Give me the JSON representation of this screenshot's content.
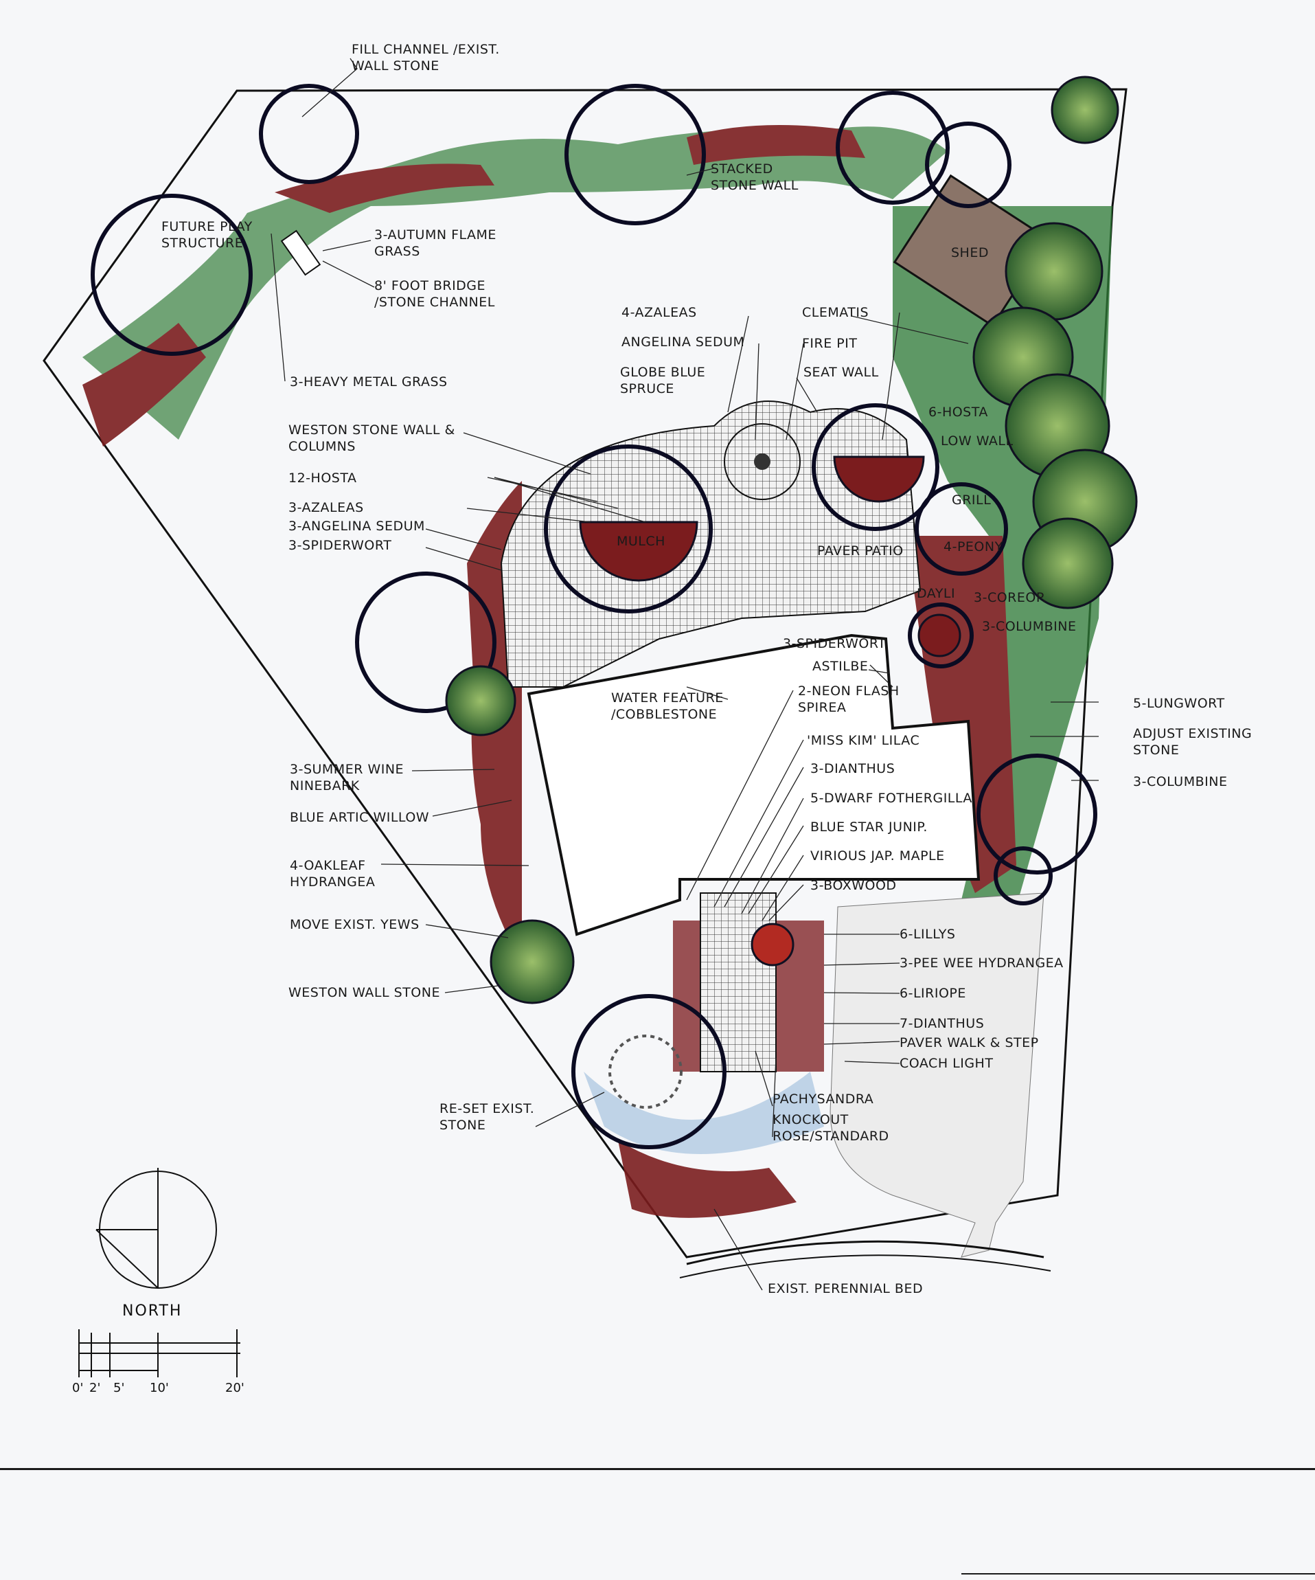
{
  "labels": {
    "fill_channel": "FILL CHANNEL /EXIST. WALL STONE",
    "future_play": "FUTURE PLAY STRUCTURE",
    "autumn_flame": "3-AUTUMN FLAME GRASS",
    "foot_bridge": "8' FOOT BRIDGE /STONE CHANNEL",
    "stacked_wall": "STACKED STONE WALL",
    "shed": "SHED",
    "azaleas_4": "4-AZALEAS",
    "angelina_sedum": "ANGELINA SEDUM",
    "globe_spruce": "GLOBE BLUE SPRUCE",
    "clematis": "CLEMATIS",
    "fire_pit": "FIRE PIT",
    "seat_wall": "SEAT WALL",
    "heavy_metal": "3-HEAVY METAL GRASS",
    "weston_wall": "WESTON STONE WALL & COLUMNS",
    "hosta_12": "12-HOSTA",
    "hosta_6": "6-HOSTA",
    "low_wall": "LOW WALL",
    "azaleas_3": "3-AZALEAS",
    "angelina_3": "3-ANGELINA SEDUM",
    "spiderwort_3": "3-SPIDERWORT",
    "grill": "GRILL",
    "paver_patio": "PAVER PATIO",
    "peony_4": "4-PEONY",
    "daylily": "DAYLI",
    "coreopsis_3": "3-COREOP.",
    "columbine_top": "3-COLUMBINE",
    "spiderwort_r": "3-SPIDERWORT",
    "astilbe": "ASTILBE",
    "water_feature": "WATER FEATURE /COBBLESTONE",
    "neon_flash": "2-NEON FLASH SPIREA",
    "lungwort": "5-LUNGWORT",
    "adjust_stone": "ADJUST EXISTING STONE",
    "miss_kim": "'MISS KIM' LILAC",
    "columbine_3": "3-COLUMBINE",
    "summer_wine": "3-SUMMER WINE NINEBARK",
    "dianthus_3": "3-DIANTHUS",
    "blue_artic": "BLUE ARTIC WILLOW",
    "fothergilla": "5-DWARF FOTHERGILLA",
    "blue_star": "BLUE STAR JUNIP.",
    "oakleaf": "4-OAKLEAF HYDRANGEA",
    "virious": "VIRIOUS JAP. MAPLE",
    "boxwood": "3-BOXWOOD",
    "move_yews": "MOVE EXIST. YEWS",
    "lillys": "6-LILLYS",
    "pee_wee": "3-PEE WEE HYDRANGEA",
    "weston_stone": "WESTON WALL STONE",
    "liriope": "6-LIRIOPE",
    "dianthus_7": "7-DIANTHUS",
    "paver_walk": "PAVER WALK & STEP",
    "coach_light": "COACH LIGHT",
    "reset_stone": "RE-SET EXIST. STONE",
    "pachysandra": "PACHYSANDRA",
    "knockout": "KNOCKOUT ROSE/STANDARD",
    "perennial_bed": "EXIST. PERENNIAL BED",
    "mulch": "MULCH"
  },
  "north": "NORTH",
  "scale": [
    "0'",
    "2'",
    "5'",
    "10'",
    "20'"
  ],
  "colors": {
    "maroon": "#7b1c1e",
    "green": "#3f7d3a",
    "blue": "#8fb5d8",
    "shed": "#8a7468",
    "ink": "#111111"
  }
}
